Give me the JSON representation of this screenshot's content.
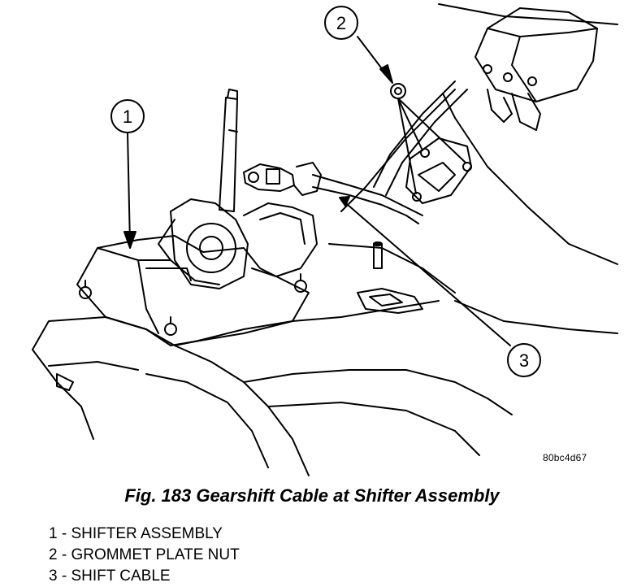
{
  "figure": {
    "code": "80bc4d67",
    "caption": "Fig. 183 Gearshift Cable at Shifter Assembly"
  },
  "callouts": [
    {
      "number": "1"
    },
    {
      "number": "2"
    },
    {
      "number": "3"
    }
  ],
  "legend": [
    {
      "number": "1",
      "label": "SHIFTER ASSEMBLY",
      "text": "1 - SHIFTER ASSEMBLY"
    },
    {
      "number": "2",
      "label": "GROMMET PLATE NUT",
      "text": "2 - GROMMET PLATE NUT"
    },
    {
      "number": "3",
      "label": "SHIFT CABLE",
      "text": "3 - SHIFT CABLE"
    }
  ],
  "colors": {
    "line": "#000000",
    "background": "#ffffff"
  }
}
